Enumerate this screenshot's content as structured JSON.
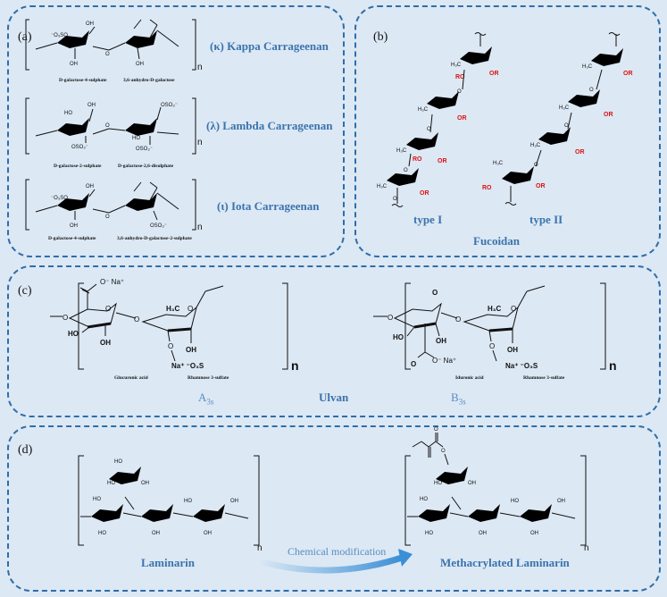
{
  "panel_a": {
    "label": "(a)",
    "kappa": {
      "name": "(κ) Kappa Carrageenan",
      "unit1": "D-galactose-4-sulphate",
      "unit2": "3,6-anhydro-D-galactose"
    },
    "lambda": {
      "name": "(λ) Lambda Carrageenan",
      "unit1": "D-galactose-2-sulphate",
      "unit2": "D-galactose-2,6-disulphate"
    },
    "iota": {
      "name": "(ι) Iota Carrageenan",
      "unit1": "D-galactose-4-sulphate",
      "unit2": "3,6-anhydro-D-galactose-2-sulphate"
    }
  },
  "panel_b": {
    "label": "(b)",
    "type1": "type I",
    "type2": "type II",
    "title": "Fucoidan"
  },
  "panel_c": {
    "label": "(c)",
    "title": "Ulvan",
    "a_label": "A",
    "a_sub": "3s",
    "b_label": "B",
    "b_sub": "3s",
    "unit_a1": "Glucuronic acid",
    "unit_a2": "Rhamnose 3-sulfate",
    "unit_b1": "Iduronic acid",
    "unit_b2": "Rhamnose 3-sulfate"
  },
  "panel_d": {
    "label": "(d)",
    "left": "Laminarin",
    "arrow": "Chemical  modification",
    "right": "Methacrylated Laminarin"
  },
  "colors": {
    "accent": "#3b73ad",
    "border": "#2f6ea8",
    "background": "#dce8f4",
    "red": "#d11111"
  }
}
